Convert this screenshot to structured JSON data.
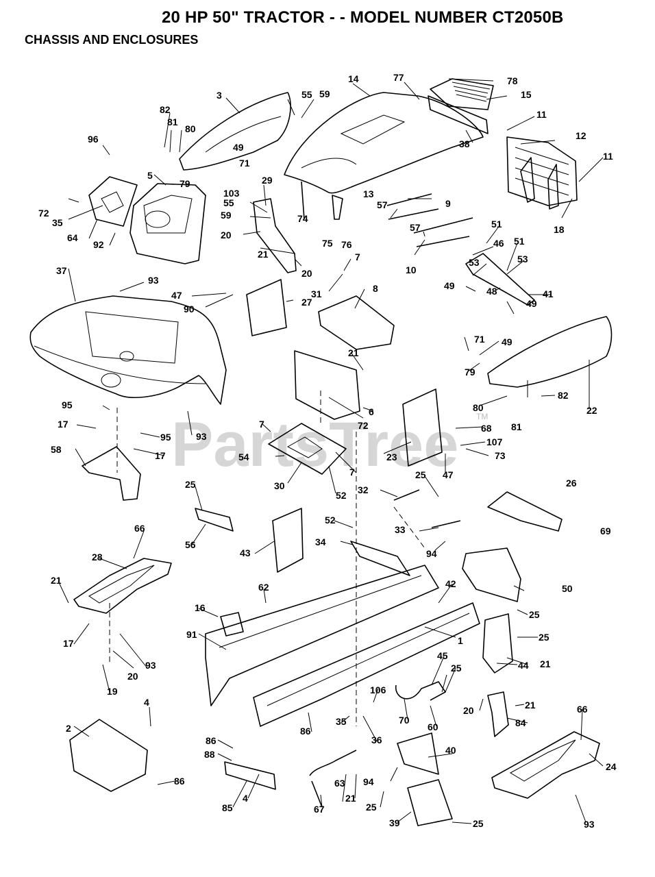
{
  "title": "20 HP 50\" TRACTOR - - MODEL NUMBER CT2050B",
  "subtitle": "CHASSIS AND ENCLOSURES",
  "watermark": {
    "text": "PartsTree",
    "tm": "TM",
    "color": "#c9c9c9"
  },
  "callout_labels": [
    "1",
    "2",
    "3",
    "4",
    "5",
    "6",
    "7",
    "8",
    "9",
    "10",
    "11",
    "12",
    "13",
    "14",
    "15",
    "16",
    "17",
    "18",
    "19",
    "20",
    "21",
    "22",
    "23",
    "24",
    "25",
    "26",
    "27",
    "28",
    "29",
    "30",
    "31",
    "32",
    "33",
    "34",
    "35",
    "36",
    "37",
    "38",
    "39",
    "40",
    "41",
    "42",
    "43",
    "44",
    "45",
    "46",
    "47",
    "48",
    "49",
    "50",
    "51",
    "52",
    "53",
    "54",
    "55",
    "56",
    "57",
    "58",
    "59",
    "60",
    "62",
    "63",
    "64",
    "66",
    "67",
    "68",
    "69",
    "70",
    "71",
    "72",
    "73",
    "74",
    "75",
    "76",
    "77",
    "78",
    "79",
    "80",
    "81",
    "82",
    "84",
    "85",
    "86",
    "88",
    "90",
    "91",
    "92",
    "93",
    "94",
    "95",
    "96",
    "103",
    "106",
    "107"
  ]
}
